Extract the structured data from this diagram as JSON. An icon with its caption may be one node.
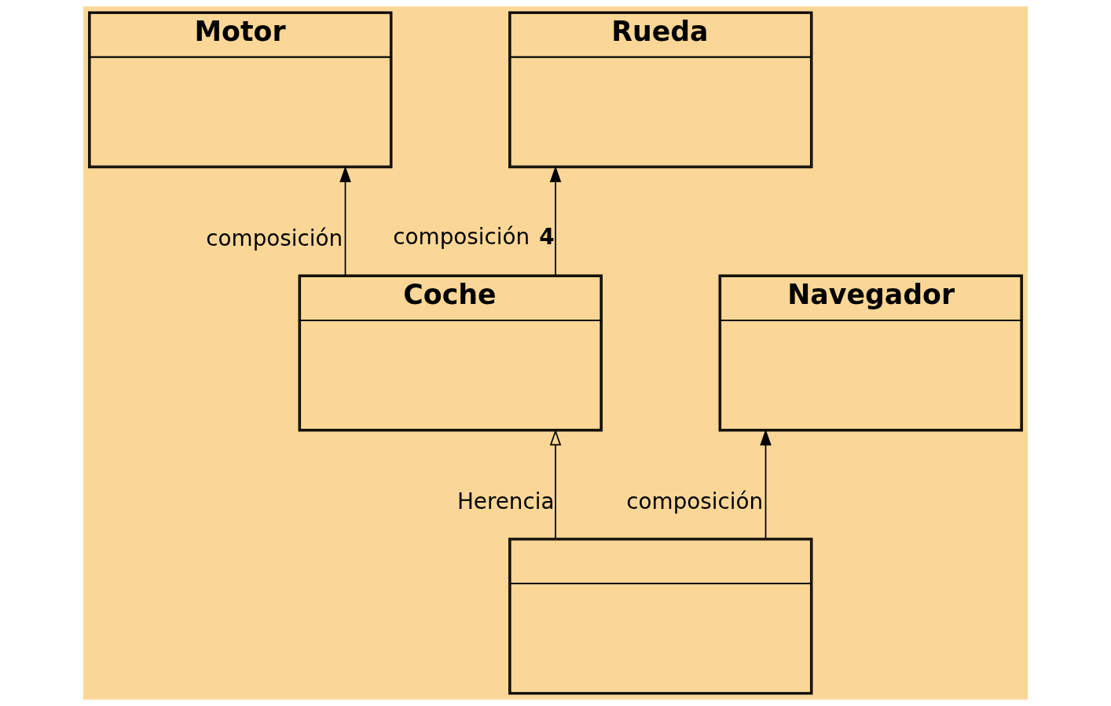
{
  "diagram": {
    "nodes": [
      {
        "text": [
          "Motor"
        ]
      },
      {
        "text": [
          "Rueda"
        ]
      },
      {
        "text": [
          "Coche"
        ]
      },
      {
        "text": [
          "Navegador"
        ]
      },
      {
        "text": [],
        "shape": "box"
      }
    ],
    "edges": [
      {
        "from": 2,
        "to": 0,
        "arrow": "to",
        "label": "composición"
      },
      {
        "from": 2,
        "to": 1,
        "arrow": "to",
        "label": "composición **4**"
      },
      {
        "from": 4,
        "to": 3,
        "arrow": "to",
        "label": "composición"
      },
      {
        "from": 4,
        "to": 2,
        "arrow": "to",
        "label": "Herencia"
      }
    ]
  }
}
